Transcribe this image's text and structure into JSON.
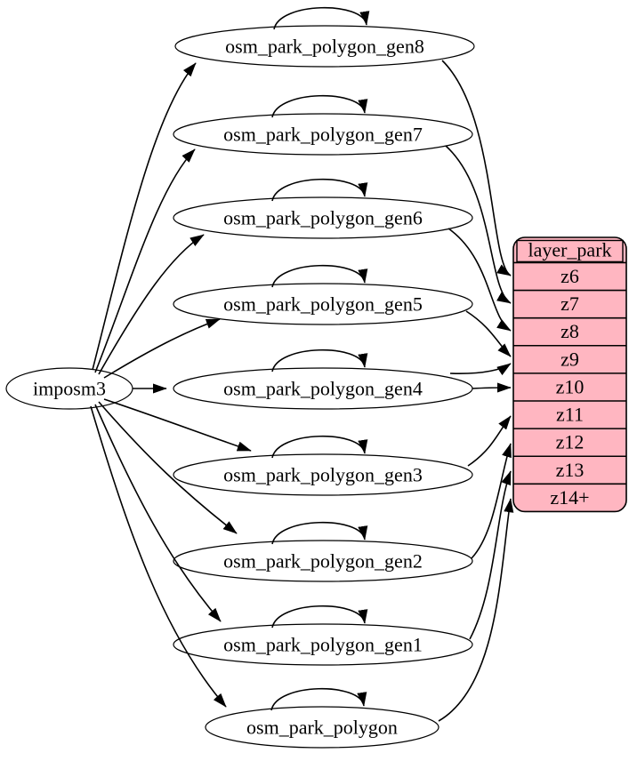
{
  "diagram": {
    "kind": "etl-graph",
    "source": {
      "id": "imposm3",
      "label": "imposm3"
    },
    "tables": [
      {
        "id": "osm_park_polygon_gen8",
        "label": "osm_park_polygon_gen8"
      },
      {
        "id": "osm_park_polygon_gen7",
        "label": "osm_park_polygon_gen7"
      },
      {
        "id": "osm_park_polygon_gen6",
        "label": "osm_park_polygon_gen6"
      },
      {
        "id": "osm_park_polygon_gen5",
        "label": "osm_park_polygon_gen5"
      },
      {
        "id": "osm_park_polygon_gen4",
        "label": "osm_park_polygon_gen4"
      },
      {
        "id": "osm_park_polygon_gen3",
        "label": "osm_park_polygon_gen3"
      },
      {
        "id": "osm_park_polygon_gen2",
        "label": "osm_park_polygon_gen2"
      },
      {
        "id": "osm_park_polygon_gen1",
        "label": "osm_park_polygon_gen1"
      },
      {
        "id": "osm_park_polygon",
        "label": "osm_park_polygon"
      }
    ],
    "layer": {
      "id": "layer_park",
      "title": "layer_park",
      "rows": [
        "z6",
        "z7",
        "z8",
        "z9",
        "z10",
        "z11",
        "z12",
        "z13",
        "z14+"
      ]
    },
    "edges": {
      "source_to_tables": [
        "osm_park_polygon_gen8",
        "osm_park_polygon_gen7",
        "osm_park_polygon_gen6",
        "osm_park_polygon_gen5",
        "osm_park_polygon_gen4",
        "osm_park_polygon_gen3",
        "osm_park_polygon_gen2",
        "osm_park_polygon_gen1",
        "osm_park_polygon"
      ],
      "self_loops": [
        "osm_park_polygon_gen8",
        "osm_park_polygon_gen7",
        "osm_park_polygon_gen6",
        "osm_park_polygon_gen5",
        "osm_park_polygon_gen4",
        "osm_park_polygon_gen3",
        "osm_park_polygon_gen2",
        "osm_park_polygon_gen1",
        "osm_park_polygon"
      ],
      "tables_to_layer": [
        {
          "from": "osm_park_polygon_gen8",
          "to": "z6"
        },
        {
          "from": "osm_park_polygon_gen7",
          "to": "z7"
        },
        {
          "from": "osm_park_polygon_gen6",
          "to": "z8"
        },
        {
          "from": "osm_park_polygon_gen5",
          "to": "z9"
        },
        {
          "from": "osm_park_polygon_gen4",
          "to": "z9"
        },
        {
          "from": "osm_park_polygon_gen4",
          "to": "z10"
        },
        {
          "from": "osm_park_polygon_gen3",
          "to": "z11"
        },
        {
          "from": "osm_park_polygon_gen2",
          "to": "z12"
        },
        {
          "from": "osm_park_polygon_gen1",
          "to": "z13"
        },
        {
          "from": "osm_park_polygon",
          "to": "z14+"
        }
      ]
    },
    "colors": {
      "node_fill": "#ffffff",
      "layer_fill": "#ffb6c1",
      "stroke": "#000000",
      "edge": "#000000"
    }
  }
}
